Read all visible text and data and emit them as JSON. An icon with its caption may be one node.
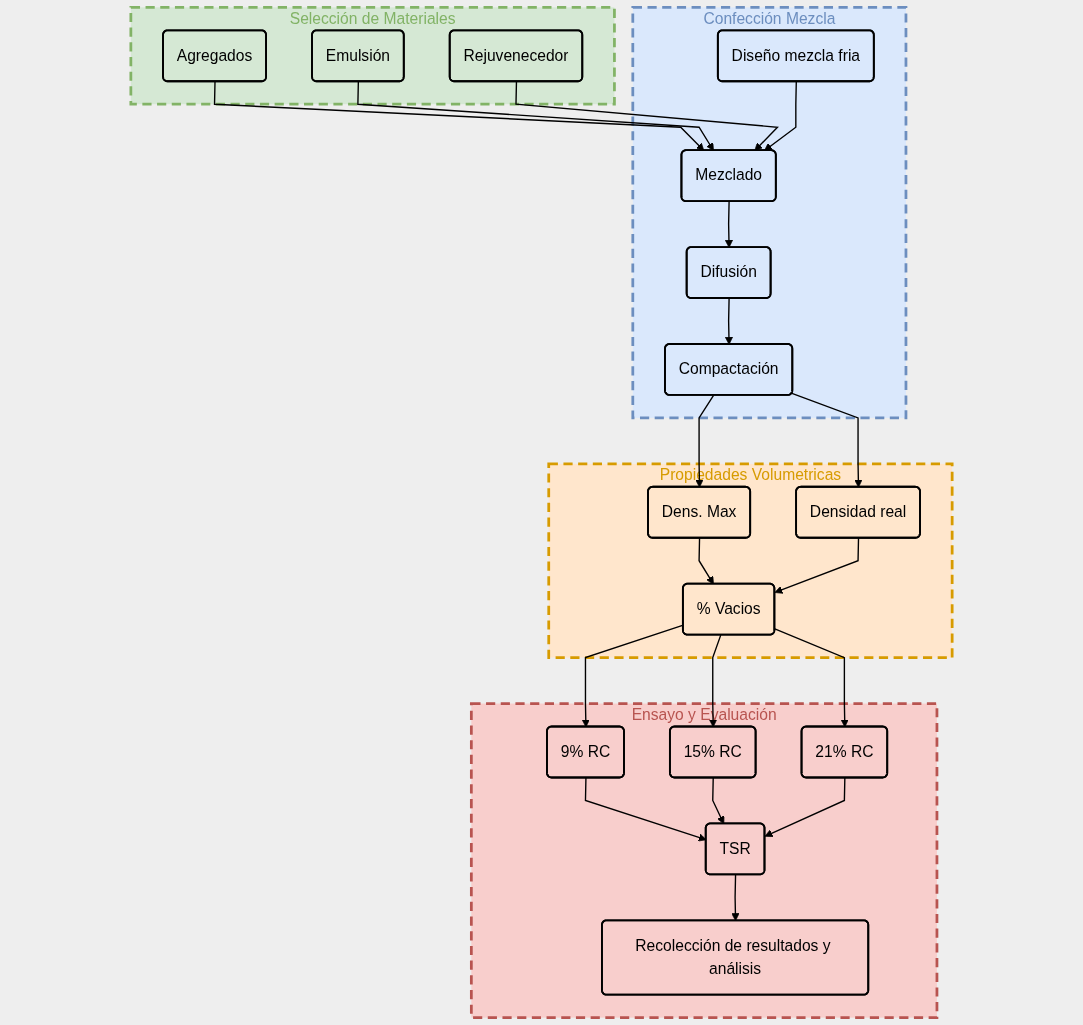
{
  "diagram": {
    "nodes": [
      {
        "text": [
          "Selección de Materiales"
        ]
      },
      {
        "text": [
          "Agregados"
        ],
        "in": 0
      },
      {
        "text": [
          "Emulsión"
        ],
        "in": 0
      },
      {
        "text": [
          "Rejuvenecedor"
        ],
        "in": 0
      },
      {
        "text": [
          "Confección Mezcla"
        ]
      },
      {
        "text": [
          "Mezclado"
        ],
        "in": 4
      },
      {
        "text": [
          "Diseño mezcla fria"
        ],
        "in": 4
      },
      {
        "text": [
          "Difusión"
        ],
        "in": 4
      },
      {
        "text": [
          "Compactación"
        ],
        "in": 4
      },
      {
        "text": [
          "Propiedades Volumetricas"
        ]
      },
      {
        "text": [
          "Dens. Max"
        ],
        "in": 9
      },
      {
        "text": [
          "Densidad real"
        ],
        "in": 9
      },
      {
        "text": [
          "% Vacios"
        ],
        "in": 9
      },
      {
        "text": [
          "Ensayo y Evaluación"
        ]
      },
      {
        "text": [
          "9% RC"
        ],
        "in": 13
      },
      {
        "text": [
          "15% RC"
        ],
        "in": 13
      },
      {
        "text": [
          "21% RC"
        ],
        "in": 13
      },
      {
        "text": [
          "TSR"
        ],
        "in": 13
      },
      {
        "text": [
          "Recolección de resultados y análisis"
        ],
        "in": 13
      }
    ],
    "edges": [
      {
        "from": 1,
        "to": 5,
        "arrow": "to"
      },
      {
        "from": 2,
        "to": 5,
        "arrow": "to"
      },
      {
        "from": 3,
        "to": 5,
        "arrow": "to"
      },
      {
        "from": 6,
        "to": 5,
        "arrow": "to"
      },
      {
        "from": 5,
        "to": 7,
        "arrow": "to"
      },
      {
        "from": 7,
        "to": 8,
        "arrow": "to"
      },
      {
        "from": 8,
        "to": 10,
        "arrow": "to"
      },
      {
        "from": 8,
        "to": 11,
        "arrow": "to"
      },
      {
        "from": 10,
        "to": 12,
        "arrow": "to"
      },
      {
        "from": 11,
        "to": 12,
        "arrow": "to"
      },
      {
        "from": 12,
        "to": 14,
        "arrow": "to"
      },
      {
        "from": 12,
        "to": 15,
        "arrow": "to"
      },
      {
        "from": 12,
        "to": 16,
        "arrow": "to"
      },
      {
        "from": 14,
        "to": 17,
        "arrow": "to"
      },
      {
        "from": 15,
        "to": 17,
        "arrow": "to"
      },
      {
        "from": 16,
        "to": 17,
        "arrow": "to"
      },
      {
        "from": 17,
        "to": 18,
        "arrow": "to"
      }
    ]
  }
}
